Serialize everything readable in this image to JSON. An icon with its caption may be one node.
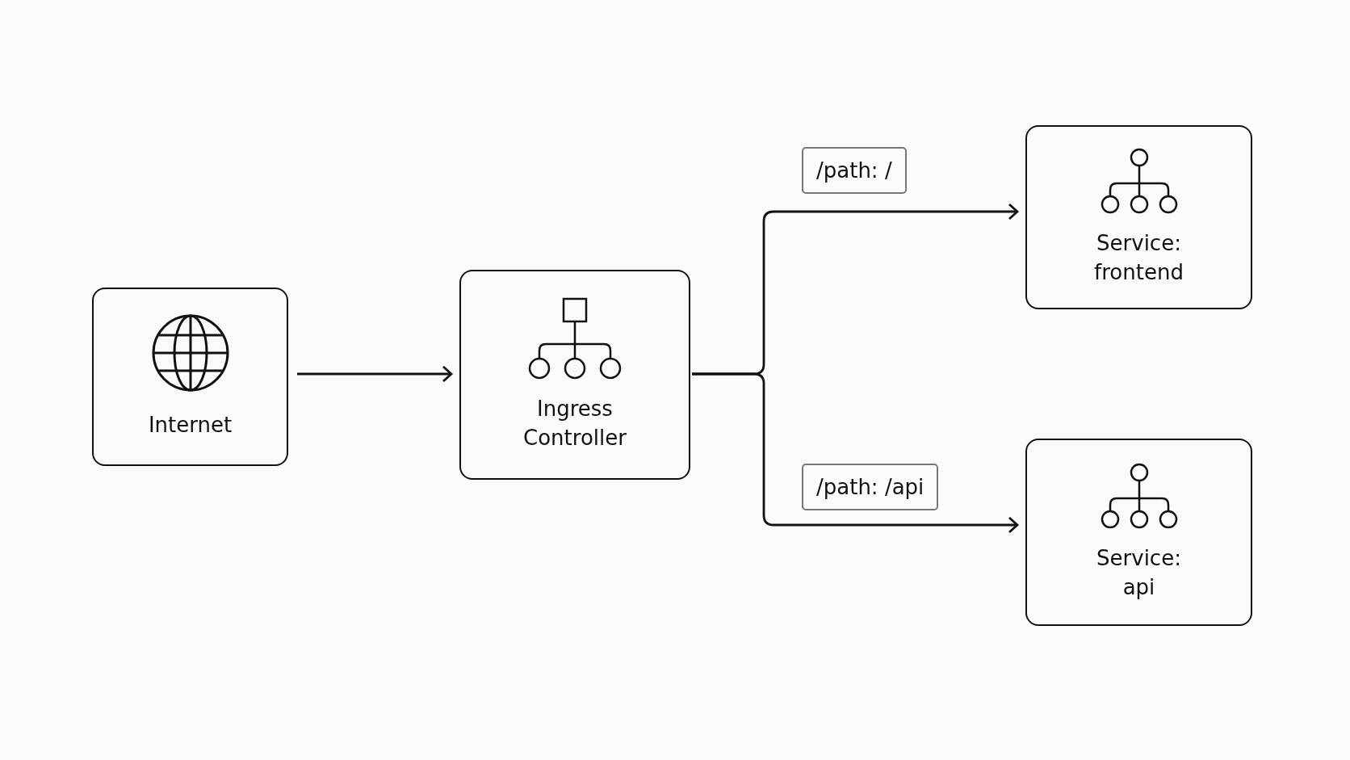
{
  "diagram": {
    "nodes": [
      {
        "text": [
          "Internet"
        ]
      },
      {
        "text": [
          "Ingress Controller"
        ]
      },
      {
        "text": [
          "Service: frontend"
        ]
      },
      {
        "text": [
          "Service: api"
        ]
      }
    ],
    "edges": [
      {
        "from": 0,
        "to": 1,
        "arrow": "to"
      },
      {
        "from": 1,
        "to": 2,
        "arrow": "to",
        "label": "/path: /"
      },
      {
        "from": 1,
        "to": 3,
        "arrow": "to",
        "label": "/path: /api"
      }
    ]
  }
}
